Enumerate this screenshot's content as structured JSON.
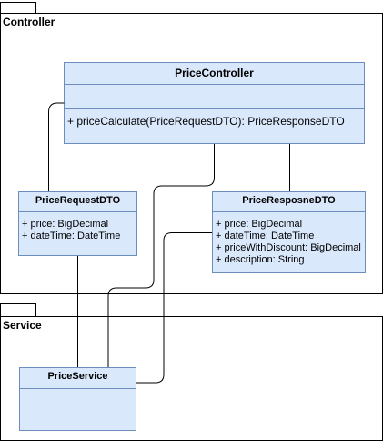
{
  "packages": {
    "controller": {
      "label": "Controller"
    },
    "service": {
      "label": "Service"
    }
  },
  "classes": {
    "price_controller": {
      "name": "PriceController",
      "operations": [
        "+ priceCalculate(PriceRequestDTO): PriceResponseDTO"
      ]
    },
    "price_request_dto": {
      "name": "PriceRequestDTO",
      "attributes": [
        "+ price: BigDecimal",
        "+ dateTime: DateTime"
      ]
    },
    "price_response_dto": {
      "name": "PriceResposneDTO",
      "attributes": [
        "+ price: BigDecimal",
        "+ dateTime: DateTime",
        "+ priceWithDiscount: BigDecimal",
        "+ description: String"
      ]
    },
    "price_service": {
      "name": "PriceService"
    }
  },
  "colors": {
    "class_fill": "#dae8fc",
    "class_stroke": "#6c8ebf",
    "line": "#000000"
  }
}
